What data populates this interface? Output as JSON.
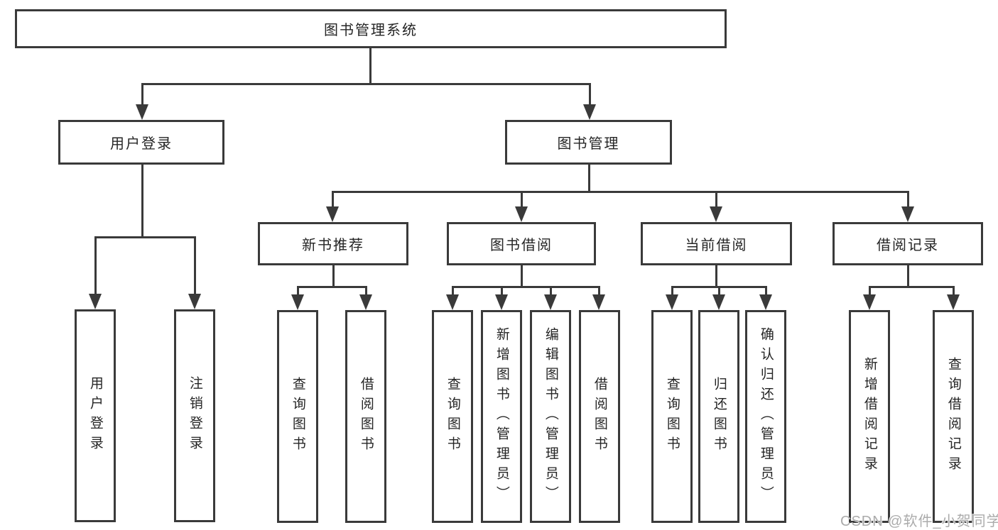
{
  "diagram": {
    "title": "图书管理系统",
    "level2": {
      "user_login": "用户登录",
      "book_management": "图书管理"
    },
    "level3": {
      "new_book_recommend": "新书推荐",
      "book_borrow": "图书借阅",
      "current_borrow": "当前借阅",
      "borrow_records": "借阅记录"
    },
    "leaves": {
      "user_login": [
        "用户登录",
        "注销登录"
      ],
      "new_book_recommend": [
        "查询图书",
        "借阅图书"
      ],
      "book_borrow": [
        "查询图书",
        "新增图书（管理员）",
        "编辑图书（管理员）",
        "借阅图书"
      ],
      "current_borrow": [
        "查询图书",
        "归还图书",
        "确认归还（管理员）"
      ],
      "borrow_records": [
        "新增借阅记录",
        "查询借阅记录"
      ]
    }
  },
  "watermark": "CSDN @软件_小贺同学",
  "colors": {
    "line": "#3a3a3a",
    "text": "#252525",
    "watermark": "#ababab",
    "background": "#ffffff"
  }
}
